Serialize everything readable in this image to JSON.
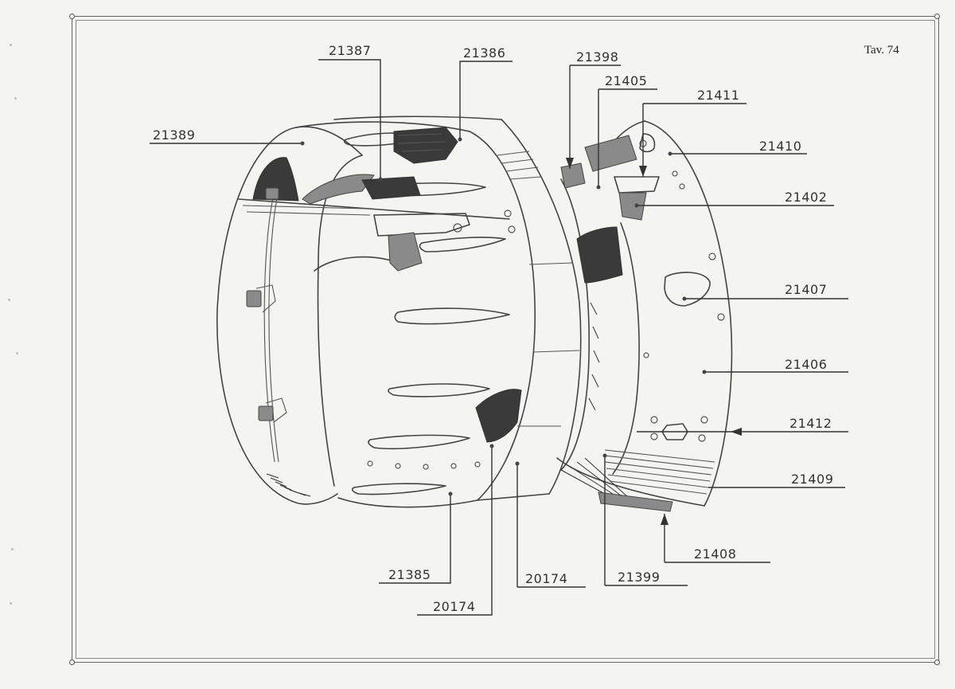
{
  "plate": {
    "title": "Tav. 74"
  },
  "callouts": [
    {
      "id": "c21389",
      "label": "21389"
    },
    {
      "id": "c21387",
      "label": "21387"
    },
    {
      "id": "c21386",
      "label": "21386"
    },
    {
      "id": "c21398",
      "label": "21398"
    },
    {
      "id": "c21405",
      "label": "21405"
    },
    {
      "id": "c21411",
      "label": "21411"
    },
    {
      "id": "c21410",
      "label": "21410"
    },
    {
      "id": "c21402",
      "label": "21402"
    },
    {
      "id": "c21407",
      "label": "21407"
    },
    {
      "id": "c21406",
      "label": "21406"
    },
    {
      "id": "c21412",
      "label": "21412"
    },
    {
      "id": "c21409",
      "label": "21409"
    },
    {
      "id": "c21408",
      "label": "21408"
    },
    {
      "id": "c21399",
      "label": "21399"
    },
    {
      "id": "c20174b",
      "label": "20174"
    },
    {
      "id": "c21385",
      "label": "21385"
    },
    {
      "id": "c20174a",
      "label": "20174"
    }
  ]
}
